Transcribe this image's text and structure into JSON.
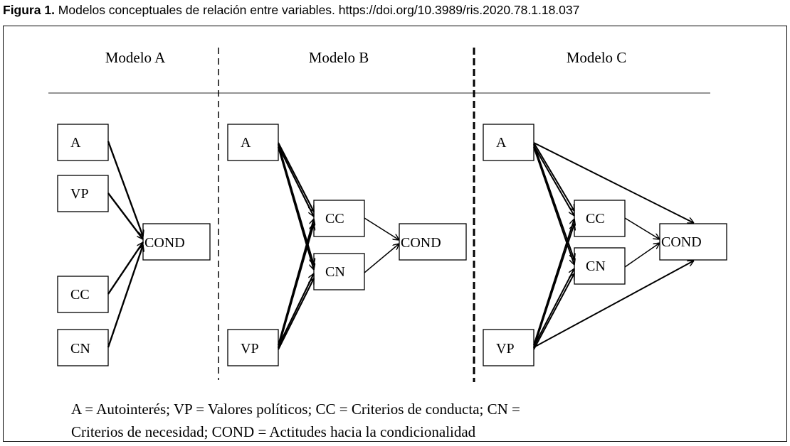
{
  "caption": {
    "label": "Figura 1.",
    "text": " Modelos conceptuales de relación entre variables. https://doi.org/10.3989/ris.2020.78.1.18.037"
  },
  "models": [
    {
      "title": "Modelo A"
    },
    {
      "title": "Modelo B"
    },
    {
      "title": "Modelo C"
    }
  ],
  "boxes": {
    "a": {
      "A": "A",
      "VP": "VP",
      "CC": "CC",
      "CN": "CN",
      "COND": "COND"
    },
    "b": {
      "A": "A",
      "VP": "VP",
      "CC": "CC",
      "CN": "CN",
      "COND": "COND"
    },
    "c": {
      "A": "A",
      "VP": "VP",
      "CC": "CC",
      "CN": "CN",
      "COND": "COND"
    }
  },
  "legend": {
    "line1": "A = Autointerés; VP = Valores políticos; CC = Criterios de conducta; CN =",
    "line2": "Criterios de necesidad; COND = Actitudes hacia la condicionalidad"
  }
}
